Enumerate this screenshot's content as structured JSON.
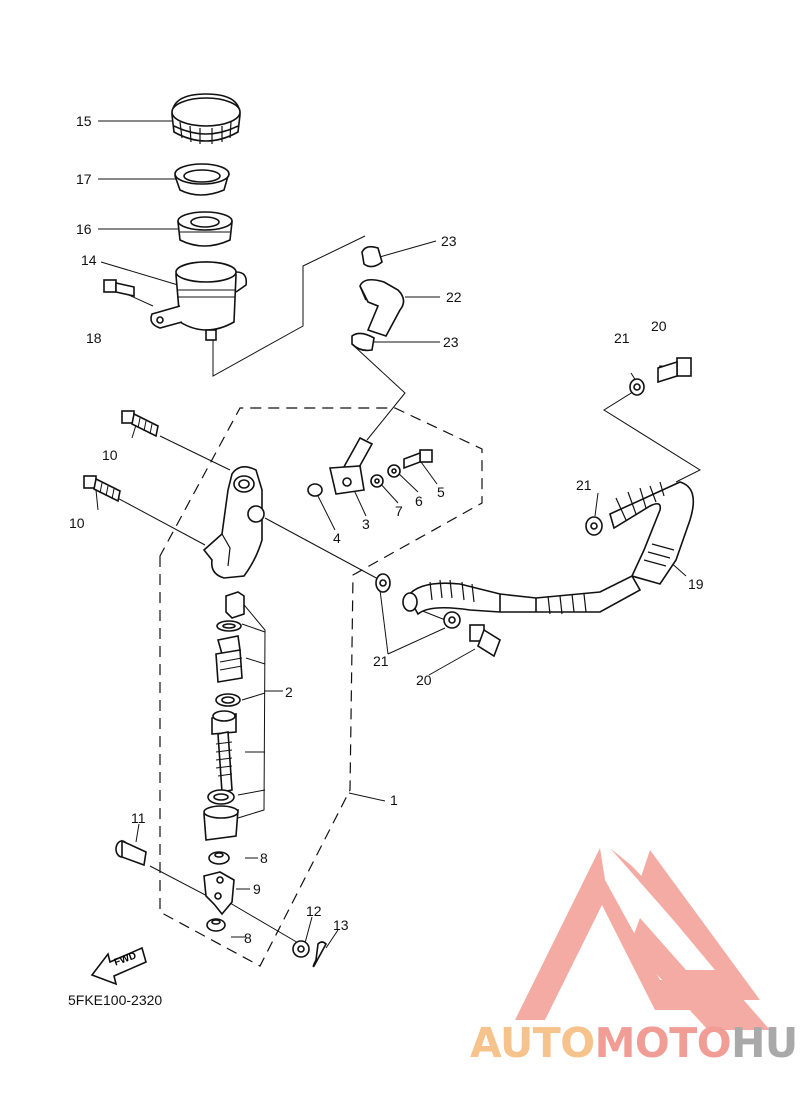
{
  "diagram": {
    "part_code": "5FKE100-2320",
    "fwd_label": "FWD",
    "callouts": [
      {
        "id": "c1",
        "text": "1"
      },
      {
        "id": "c2",
        "text": "2"
      },
      {
        "id": "c3",
        "text": "3"
      },
      {
        "id": "c4",
        "text": "4"
      },
      {
        "id": "c5",
        "text": "5"
      },
      {
        "id": "c6",
        "text": "6"
      },
      {
        "id": "c7",
        "text": "7"
      },
      {
        "id": "c8a",
        "text": "8"
      },
      {
        "id": "c8b",
        "text": "8"
      },
      {
        "id": "c9",
        "text": "9"
      },
      {
        "id": "c10a",
        "text": "10"
      },
      {
        "id": "c10b",
        "text": "10"
      },
      {
        "id": "c11",
        "text": "11"
      },
      {
        "id": "c12",
        "text": "12"
      },
      {
        "id": "c13",
        "text": "13"
      },
      {
        "id": "c14",
        "text": "14"
      },
      {
        "id": "c15",
        "text": "15"
      },
      {
        "id": "c16",
        "text": "16"
      },
      {
        "id": "c17",
        "text": "17"
      },
      {
        "id": "c18",
        "text": "18"
      },
      {
        "id": "c19",
        "text": "19"
      },
      {
        "id": "c20a",
        "text": "20"
      },
      {
        "id": "c20b",
        "text": "20"
      },
      {
        "id": "c21a",
        "text": "21"
      },
      {
        "id": "c21b",
        "text": "21"
      },
      {
        "id": "c21c",
        "text": "21"
      },
      {
        "id": "c22",
        "text": "22"
      },
      {
        "id": "c23a",
        "text": "23"
      },
      {
        "id": "c23b",
        "text": "23"
      }
    ]
  },
  "watermark": {
    "part1": "AUTO",
    "part2": "MOTO",
    "part3": "HUB",
    "colors": {
      "auto": "#f6c38c",
      "moto": "#f29c96",
      "hub": "#a9a9a9",
      "logo": "#f2a29a"
    }
  }
}
